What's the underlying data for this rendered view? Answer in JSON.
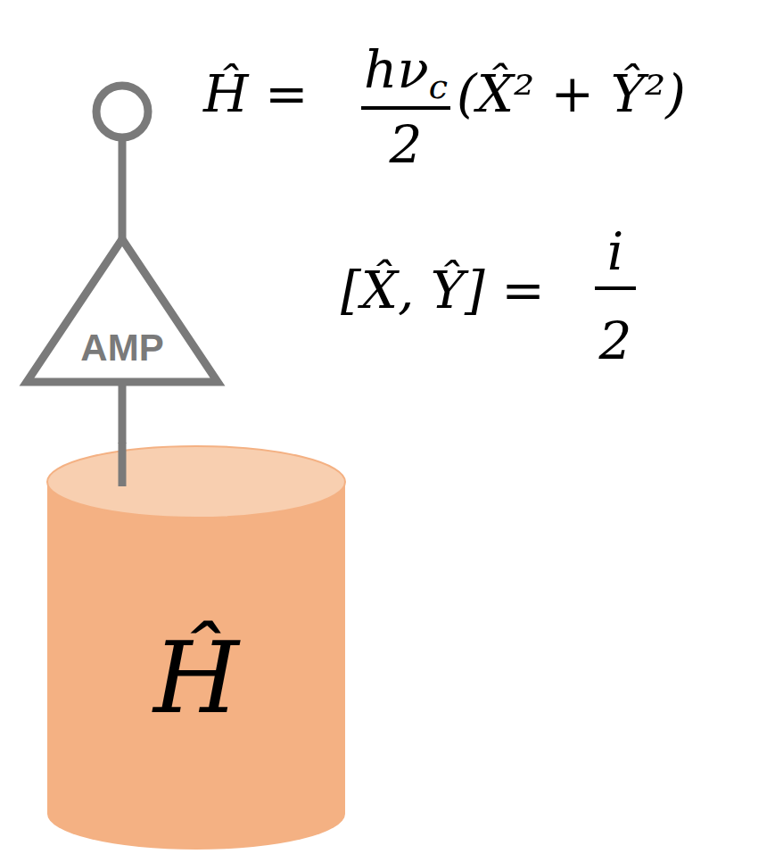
{
  "diagram": {
    "nodes": [
      {
        "text": [
          "AMP"
        ]
      },
      {
        "text": [
          "Ĥ"
        ]
      }
    ],
    "edges": [
      {
        "from": 0,
        "to": 1,
        "arrow": "none"
      }
    ],
    "labels": [
      "Ĥ =",
      "hν",
      "c",
      "2",
      "(X̂² + Ŷ²)",
      "[X̂, Ŷ] =",
      "i",
      "2"
    ]
  }
}
